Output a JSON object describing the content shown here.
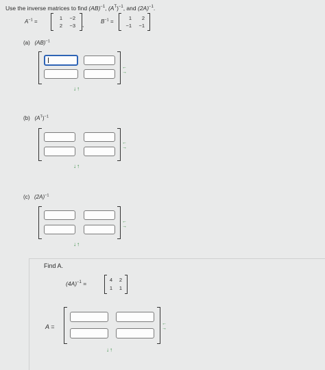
{
  "header": {
    "prefix": "Use the inverse matrices to find ",
    "item1": "(AB)",
    "sep1": ", ",
    "item2_base": "(A",
    "item2_sup": "T",
    "item2_close": ")",
    "sep2": ", and ",
    "item3": "(2A)",
    "suffix": ".",
    "inv_sup": "−1"
  },
  "given": {
    "a_label": "A",
    "b_label": "B",
    "inv_sup": "−1",
    "eq": "=",
    "comma": ",",
    "A_inv": [
      [
        "1",
        "−2"
      ],
      [
        "2",
        "−3"
      ]
    ],
    "B_inv": [
      [
        "1",
        "2"
      ],
      [
        "−1",
        "−1"
      ]
    ]
  },
  "parts": {
    "a": {
      "letter": "(a)",
      "expr_base": "(AB)",
      "expr_sup": "",
      "expr_close": "",
      "inv_sup": "−1"
    },
    "b": {
      "letter": "(b)",
      "expr_base": "(A",
      "expr_sup": "T",
      "expr_close": ")",
      "inv_sup": "−1"
    },
    "c": {
      "letter": "(c)",
      "expr_base": "(2A)",
      "expr_sup": "",
      "expr_close": "",
      "inv_sup": "−1"
    }
  },
  "findA": {
    "title": "Find A.",
    "expr": "(4A)",
    "inv_sup": "−1",
    "eq": "=",
    "matrix": [
      [
        "4",
        "2"
      ],
      [
        "1",
        "1"
      ]
    ],
    "answer_label": "A ="
  },
  "icons": {
    "row_ops": [
      "←",
      "→"
    ],
    "col_ops": "↓↑"
  },
  "colors": {
    "background": "#e9eaea",
    "active_border": "#2d63b5",
    "op_arrows": "#2f8a3a"
  }
}
